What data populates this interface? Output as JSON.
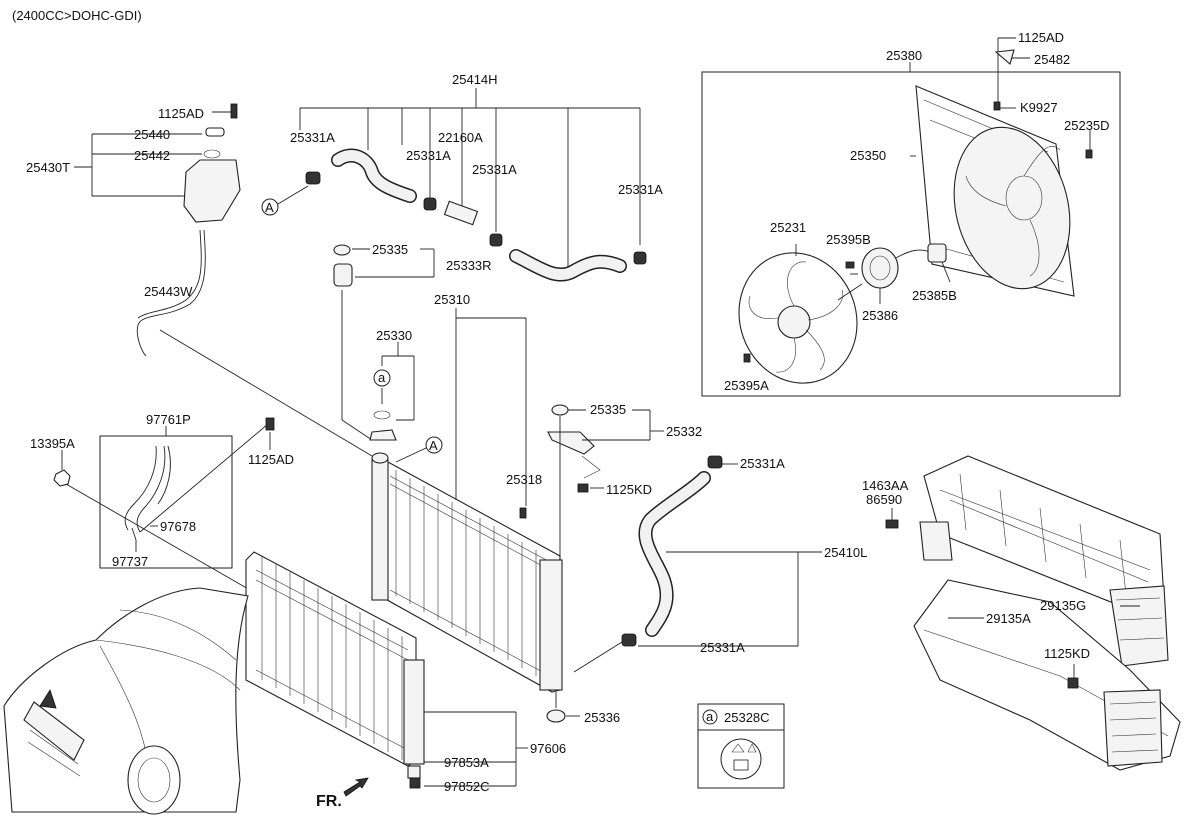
{
  "header": {
    "engine_spec": "(2400CC>DOHC-GDI)"
  },
  "callouts": [
    {
      "id": "c01",
      "text": "25414H"
    },
    {
      "id": "c02",
      "text": "1125AD"
    },
    {
      "id": "c03",
      "text": "25440"
    },
    {
      "id": "c04",
      "text": "25442"
    },
    {
      "id": "c05",
      "text": "25430T"
    },
    {
      "id": "c06",
      "text": "25331A"
    },
    {
      "id": "c07",
      "text": "22160A"
    },
    {
      "id": "c08",
      "text": "25331A"
    },
    {
      "id": "c09",
      "text": "25331A"
    },
    {
      "id": "c10",
      "text": "25331A"
    },
    {
      "id": "c11",
      "text": "25335"
    },
    {
      "id": "c12",
      "text": "25333R"
    },
    {
      "id": "c13",
      "text": "25443W"
    },
    {
      "id": "c14",
      "text": "25310"
    },
    {
      "id": "c15",
      "text": "25330"
    },
    {
      "id": "c16",
      "text": "97761P"
    },
    {
      "id": "c17",
      "text": "13395A"
    },
    {
      "id": "c18",
      "text": "1125AD"
    },
    {
      "id": "c19",
      "text": "97678"
    },
    {
      "id": "c20",
      "text": "97737"
    },
    {
      "id": "c21",
      "text": "25335"
    },
    {
      "id": "c22",
      "text": "25332"
    },
    {
      "id": "c23",
      "text": "25318"
    },
    {
      "id": "c24",
      "text": "1125KD"
    },
    {
      "id": "c25",
      "text": "25331A"
    },
    {
      "id": "c26",
      "text": "25410L"
    },
    {
      "id": "c27",
      "text": "25331A"
    },
    {
      "id": "c28",
      "text": "25336"
    },
    {
      "id": "c29",
      "text": "97606"
    },
    {
      "id": "c30",
      "text": "97853A"
    },
    {
      "id": "c31",
      "text": "97852C"
    },
    {
      "id": "c32",
      "text": "1125AD"
    },
    {
      "id": "c33",
      "text": "25482"
    },
    {
      "id": "c34",
      "text": "25380"
    },
    {
      "id": "c35",
      "text": "K9927"
    },
    {
      "id": "c36",
      "text": "25235D"
    },
    {
      "id": "c37",
      "text": "25350"
    },
    {
      "id": "c38",
      "text": "25231"
    },
    {
      "id": "c39",
      "text": "25395B"
    },
    {
      "id": "c40",
      "text": "25385B"
    },
    {
      "id": "c41",
      "text": "25386"
    },
    {
      "id": "c42",
      "text": "25395A"
    },
    {
      "id": "c43",
      "text": "1463AA"
    },
    {
      "id": "c44",
      "text": "86590"
    },
    {
      "id": "c45",
      "text": "29135A"
    },
    {
      "id": "c46",
      "text": "29135G"
    },
    {
      "id": "c47",
      "text": "1125KD"
    }
  ],
  "ref_markers": {
    "circle_A": "A",
    "circle_a": "a"
  },
  "legend_box": {
    "marker": "a",
    "part": "25328C"
  },
  "direction": {
    "label": "FR."
  }
}
